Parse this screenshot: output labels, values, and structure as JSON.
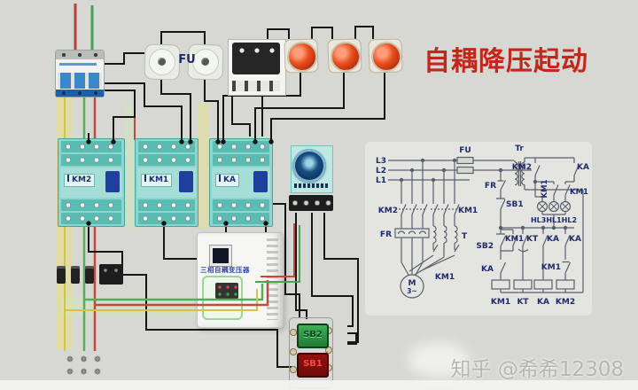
{
  "title": "自耦降压起动",
  "watermark": "知乎 @希希12308",
  "panel": {
    "fu_label": "FU",
    "transformer_label": "三相自耦变压器",
    "contactors": [
      "KM2",
      "KM1",
      "KA"
    ],
    "start_button": "SB2",
    "stop_button": "SB1"
  },
  "schematic": {
    "l3": "L3",
    "l2": "L2",
    "l1": "L1",
    "fu": "FU",
    "tr": "Tr",
    "fr_contact": "FR",
    "sb1": "SB1",
    "sb2": "SB2",
    "km2_main": "KM2",
    "km1_main": "KM1",
    "fr_overload": "FR",
    "t_autotransformer": "T",
    "km1_star": "KM1",
    "motor": "M",
    "motor_phases": "3~",
    "km2_lamp": "KM2",
    "ka_lamp": "KA",
    "km1_lamp_vert": "KM1",
    "km1_lamp": "KM1",
    "lamps": "HL3HL1HL2",
    "km1_hold": "KM1",
    "kt_contact": "KT",
    "ka_contact": "KA",
    "ka_contact2": "KA",
    "ka_seal": "KA",
    "km1_interlock": "KM1",
    "coils": [
      "KM1",
      "KT",
      "KA",
      "KM2"
    ]
  },
  "colors": {
    "title_red": "#c1281b",
    "ink_navy": "#1f2a6e",
    "contactor_teal": "#8ed6cd",
    "lamp_red": "#d63a12",
    "button_green": "#2f9e44",
    "button_red": "#a51313"
  }
}
